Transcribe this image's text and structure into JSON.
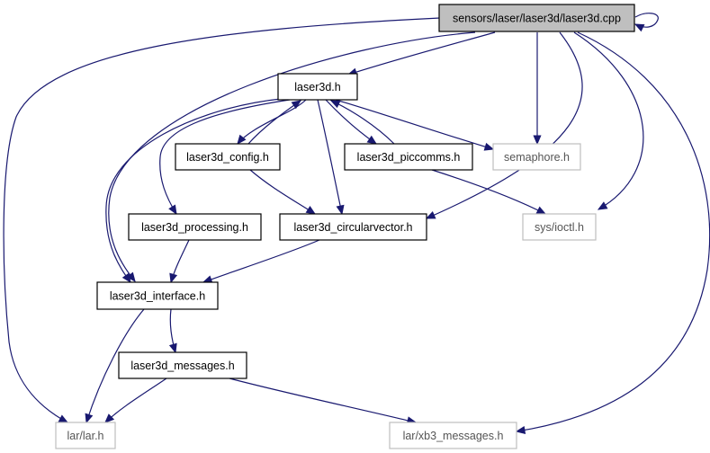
{
  "graph": {
    "nodes": [
      {
        "id": "root",
        "label": "sensors/laser/laser3d/laser3d.cpp",
        "style": "current"
      },
      {
        "id": "laser3d_h",
        "label": "laser3d.h",
        "style": "documented"
      },
      {
        "id": "config",
        "label": "laser3d_config.h",
        "style": "documented"
      },
      {
        "id": "piccomms",
        "label": "laser3d_piccomms.h",
        "style": "documented"
      },
      {
        "id": "semaphore",
        "label": "semaphore.h",
        "style": "external"
      },
      {
        "id": "processing",
        "label": "laser3d_processing.h",
        "style": "documented"
      },
      {
        "id": "circvec",
        "label": "laser3d_circularvector.h",
        "style": "documented"
      },
      {
        "id": "ioctl",
        "label": "sys/ioctl.h",
        "style": "external"
      },
      {
        "id": "interface",
        "label": "laser3d_interface.h",
        "style": "documented"
      },
      {
        "id": "messages",
        "label": "laser3d_messages.h",
        "style": "documented"
      },
      {
        "id": "larh",
        "label": "lar/lar.h",
        "style": "external"
      },
      {
        "id": "xb3",
        "label": "lar/xb3_messages.h",
        "style": "external"
      }
    ],
    "edges": [
      {
        "from": "root",
        "to": "root"
      },
      {
        "from": "root",
        "to": "laser3d_h"
      },
      {
        "from": "root",
        "to": "semaphore"
      },
      {
        "from": "root",
        "to": "circvec"
      },
      {
        "from": "root",
        "to": "ioctl"
      },
      {
        "from": "root",
        "to": "interface"
      },
      {
        "from": "root",
        "to": "larh"
      },
      {
        "from": "root",
        "to": "xb3"
      },
      {
        "from": "laser3d_h",
        "to": "config"
      },
      {
        "from": "config",
        "to": "laser3d_h"
      },
      {
        "from": "laser3d_h",
        "to": "piccomms"
      },
      {
        "from": "piccomms",
        "to": "laser3d_h"
      },
      {
        "from": "laser3d_h",
        "to": "semaphore"
      },
      {
        "from": "laser3d_h",
        "to": "processing"
      },
      {
        "from": "laser3d_h",
        "to": "circvec"
      },
      {
        "from": "laser3d_h",
        "to": "interface"
      },
      {
        "from": "config",
        "to": "circvec"
      },
      {
        "from": "piccomms",
        "to": "ioctl"
      },
      {
        "from": "processing",
        "to": "interface"
      },
      {
        "from": "circvec",
        "to": "interface"
      },
      {
        "from": "interface",
        "to": "messages"
      },
      {
        "from": "interface",
        "to": "larh"
      },
      {
        "from": "messages",
        "to": "larh"
      },
      {
        "from": "messages",
        "to": "xb3"
      }
    ],
    "colors": {
      "edge": "#191970",
      "current_fill": "#bfbfbf",
      "documented_border": "#000000",
      "external_border": "#bfbfbf",
      "external_text": "#555555",
      "text": "#000000"
    }
  }
}
